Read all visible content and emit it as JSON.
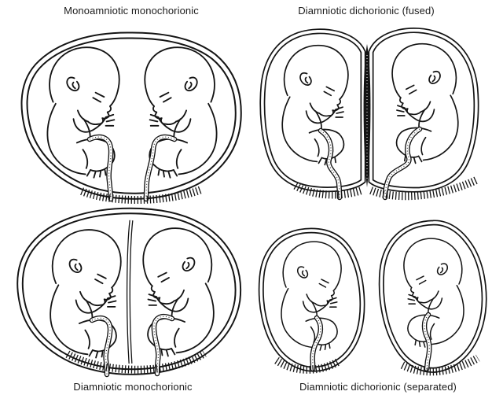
{
  "figure": {
    "title": "",
    "ink_color": "#141414",
    "background_color": "#ffffff"
  },
  "panels": [
    {
      "id": "monoamniotic-monochorionic",
      "label": "Monoamniotic monochorionic",
      "position": "top-left",
      "fetus_count": 2,
      "sacs": 1,
      "dividing_membrane": "none"
    },
    {
      "id": "diamniotic-dichorionic-fused",
      "label": "Diamniotic dichorionic (fused)",
      "position": "top-right",
      "fetus_count": 2,
      "sacs": 2,
      "dividing_membrane": "thick fused chorionic septum"
    },
    {
      "id": "diamniotic-monochorionic",
      "label": "Diamniotic monochorionic",
      "position": "bottom-left",
      "fetus_count": 2,
      "sacs": 1,
      "dividing_membrane": "thin amniotic membrane"
    },
    {
      "id": "diamniotic-dichorionic-separated",
      "label": "Diamniotic dichorionic (separated)",
      "position": "bottom-right",
      "fetus_count": 2,
      "sacs": 2,
      "dividing_membrane": "fully separate sacs"
    }
  ]
}
